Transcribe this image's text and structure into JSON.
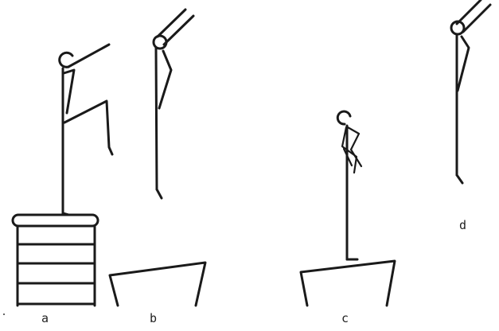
{
  "figure": {
    "panels": [
      {
        "id": "a",
        "label": "a"
      },
      {
        "id": "b",
        "label": "b"
      },
      {
        "id": "c",
        "label": "c"
      },
      {
        "id": "d",
        "label": "d"
      }
    ],
    "ink_color": "#1a1a1a",
    "background_color": "#ffffff"
  }
}
